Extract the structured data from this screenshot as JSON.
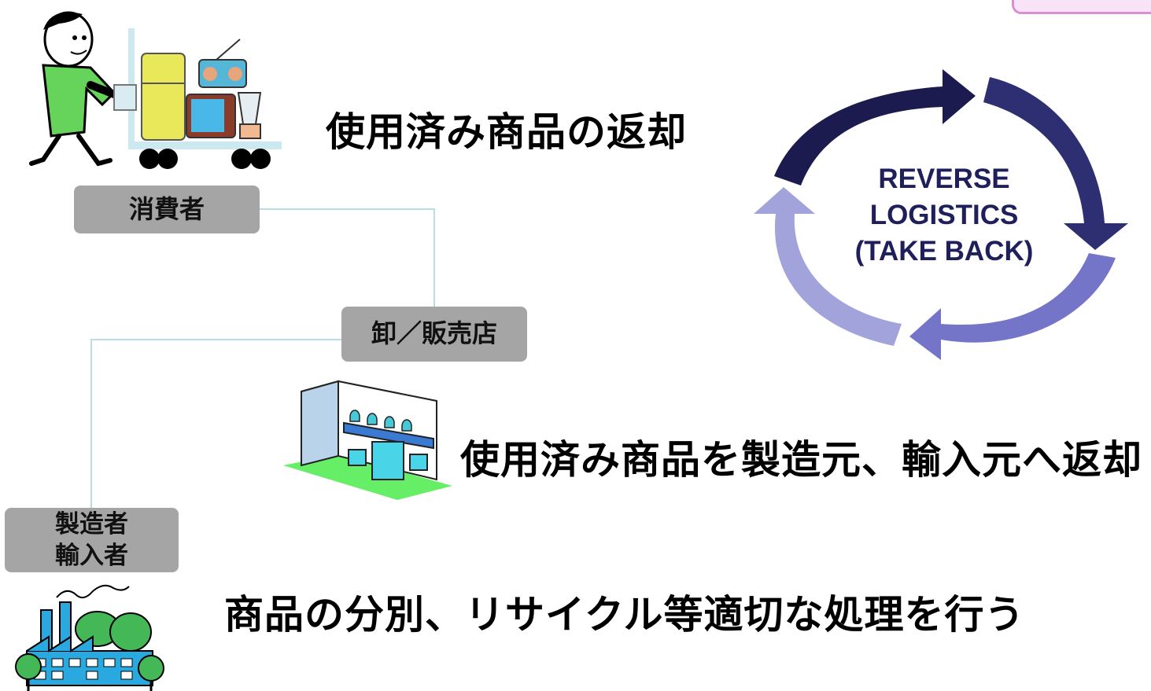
{
  "labels": {
    "consumer": "消費者",
    "retailer": "卸／販売店",
    "manufacturer_line1": "製造者",
    "manufacturer_line2": "輸入者"
  },
  "headings": {
    "return_used": "使用済み商品の返却",
    "return_to_maker": "使用済み商品を製造元、輸入元へ返却",
    "sort_recycle": "商品の分別、リサイクル等適切な処理を行う"
  },
  "cycle": {
    "line1": "REVERSE",
    "line2": "LOGISTICS",
    "line3": "(TAKE BACK)"
  },
  "colors": {
    "arrow_dark": "#1b1b4f",
    "arrow_navy": "#2e2e73",
    "arrow_mid": "#7474c9",
    "arrow_light": "#a3a3dc",
    "text_navy": "#1f1f5c",
    "pill_gray": "#a5a5a5",
    "connector": "#b9dde3"
  },
  "icons": [
    "consumer-cart-icon",
    "store-icon",
    "factory-icon"
  ]
}
